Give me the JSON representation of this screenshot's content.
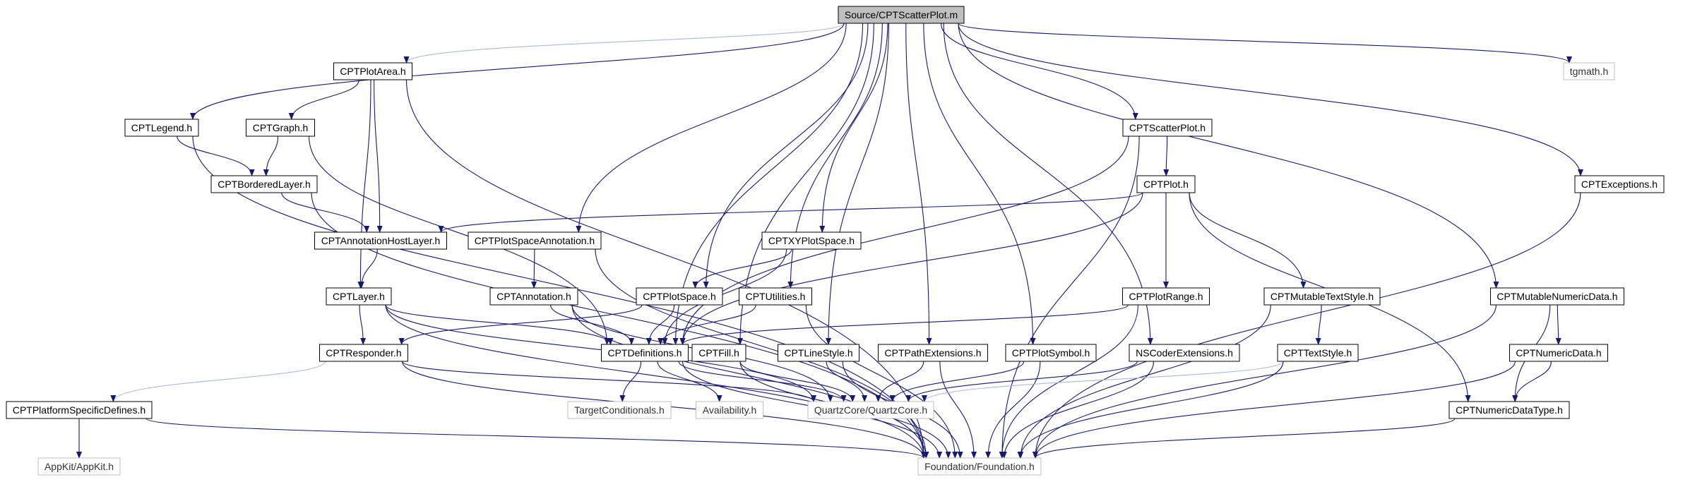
{
  "diagram": {
    "type": "include-dependency-graph",
    "colors": {
      "edge": "#191970",
      "edge_light": "#b0b8d8",
      "node_border": "#000000",
      "node_border_gray": "#bfbfbf",
      "root_fill": "#bfbfbf"
    },
    "nodes": [
      {
        "id": "root",
        "label": "Source/CPTScatterPlot.m",
        "style": "root"
      },
      {
        "id": "tgmath",
        "label": "tgmath.h",
        "style": "gray"
      },
      {
        "id": "plotarea",
        "label": "CPTPlotArea.h",
        "style": "normal"
      },
      {
        "id": "legend",
        "label": "CPTLegend.h",
        "style": "normal"
      },
      {
        "id": "graph",
        "label": "CPTGraph.h",
        "style": "normal"
      },
      {
        "id": "scatterplot",
        "label": "CPTScatterPlot.h",
        "style": "normal"
      },
      {
        "id": "exceptions",
        "label": "CPTExceptions.h",
        "style": "normal"
      },
      {
        "id": "borderedlayer",
        "label": "CPTBorderedLayer.h",
        "style": "normal"
      },
      {
        "id": "plot",
        "label": "CPTPlot.h",
        "style": "normal"
      },
      {
        "id": "annhostlayer",
        "label": "CPTAnnotationHostLayer.h",
        "style": "normal"
      },
      {
        "id": "plotspaceann",
        "label": "CPTPlotSpaceAnnotation.h",
        "style": "normal"
      },
      {
        "id": "xyplotspace",
        "label": "CPTXYPlotSpace.h",
        "style": "normal"
      },
      {
        "id": "layer",
        "label": "CPTLayer.h",
        "style": "normal"
      },
      {
        "id": "annotation",
        "label": "CPTAnnotation.h",
        "style": "normal"
      },
      {
        "id": "plotspace",
        "label": "CPTPlotSpace.h",
        "style": "normal"
      },
      {
        "id": "utilities",
        "label": "CPTUtilities.h",
        "style": "normal"
      },
      {
        "id": "plotrange",
        "label": "CPTPlotRange.h",
        "style": "normal"
      },
      {
        "id": "mutabletextstyle",
        "label": "CPTMutableTextStyle.h",
        "style": "normal"
      },
      {
        "id": "mutablenumericdata",
        "label": "CPTMutableNumericData.h",
        "style": "normal"
      },
      {
        "id": "responder",
        "label": "CPTResponder.h",
        "style": "normal"
      },
      {
        "id": "definitions",
        "label": "CPTDefinitions.h",
        "style": "normal"
      },
      {
        "id": "fill",
        "label": "CPTFill.h",
        "style": "normal"
      },
      {
        "id": "linestyle",
        "label": "CPTLineStyle.h",
        "style": "normal"
      },
      {
        "id": "pathext",
        "label": "CPTPathExtensions.h",
        "style": "normal"
      },
      {
        "id": "plotsymbol",
        "label": "CPTPlotSymbol.h",
        "style": "normal"
      },
      {
        "id": "nscoder",
        "label": "NSCoderExtensions.h",
        "style": "normal"
      },
      {
        "id": "textstyle",
        "label": "CPTTextStyle.h",
        "style": "normal"
      },
      {
        "id": "numericdata",
        "label": "CPTNumericData.h",
        "style": "normal"
      },
      {
        "id": "platformdefines",
        "label": "CPTPlatformSpecificDefines.h",
        "style": "normal"
      },
      {
        "id": "targetcond",
        "label": "TargetConditionals.h",
        "style": "gray"
      },
      {
        "id": "availability",
        "label": "Availability.h",
        "style": "gray"
      },
      {
        "id": "quartzcore",
        "label": "QuartzCore/QuartzCore.h",
        "style": "gray"
      },
      {
        "id": "numericdatatype",
        "label": "CPTNumericDataType.h",
        "style": "normal"
      },
      {
        "id": "appkit",
        "label": "AppKit/AppKit.h",
        "style": "gray"
      },
      {
        "id": "foundation",
        "label": "Foundation/Foundation.h",
        "style": "gray"
      }
    ],
    "edges": [
      [
        "root",
        "tgmath"
      ],
      [
        "root",
        "plotarea"
      ],
      [
        "root",
        "legend"
      ],
      [
        "root",
        "scatterplot"
      ],
      [
        "root",
        "exceptions"
      ],
      [
        "root",
        "plotspaceann"
      ],
      [
        "root",
        "xyplotspace"
      ],
      [
        "root",
        "plotspace"
      ],
      [
        "root",
        "utilities"
      ],
      [
        "root",
        "mutablenumericdata"
      ],
      [
        "root",
        "definitions"
      ],
      [
        "root",
        "fill"
      ],
      [
        "root",
        "linestyle"
      ],
      [
        "root",
        "pathext"
      ],
      [
        "root",
        "plotsymbol"
      ],
      [
        "root",
        "nscoder"
      ],
      [
        "plotarea",
        "graph"
      ],
      [
        "plotarea",
        "annhostlayer"
      ],
      [
        "plotarea",
        "layer"
      ],
      [
        "plotarea",
        "foundation"
      ],
      [
        "legend",
        "borderedlayer"
      ],
      [
        "legend",
        "foundation"
      ],
      [
        "graph",
        "borderedlayer"
      ],
      [
        "graph",
        "definitions"
      ],
      [
        "borderedlayer",
        "annhostlayer"
      ],
      [
        "borderedlayer",
        "foundation"
      ],
      [
        "annhostlayer",
        "layer"
      ],
      [
        "plotspaceann",
        "annotation"
      ],
      [
        "plotspaceann",
        "foundation"
      ],
      [
        "xyplotspace",
        "plotspace"
      ],
      [
        "xyplotspace",
        "definitions"
      ],
      [
        "scatterplot",
        "plot"
      ],
      [
        "scatterplot",
        "definitions"
      ],
      [
        "scatterplot",
        "foundation"
      ],
      [
        "plot",
        "annhostlayer"
      ],
      [
        "plot",
        "plotrange"
      ],
      [
        "plot",
        "mutabletextstyle"
      ],
      [
        "plot",
        "numericdatatype"
      ],
      [
        "plot",
        "definitions"
      ],
      [
        "exceptions",
        "foundation"
      ],
      [
        "layer",
        "responder"
      ],
      [
        "layer",
        "definitions"
      ],
      [
        "layer",
        "quartzcore"
      ],
      [
        "layer",
        "foundation"
      ],
      [
        "annotation",
        "definitions"
      ],
      [
        "annotation",
        "quartzcore"
      ],
      [
        "annotation",
        "foundation"
      ],
      [
        "plotspace",
        "responder"
      ],
      [
        "plotspace",
        "definitions"
      ],
      [
        "utilities",
        "definitions"
      ],
      [
        "utilities",
        "foundation"
      ],
      [
        "plotrange",
        "definitions"
      ],
      [
        "plotrange",
        "foundation"
      ],
      [
        "mutabletextstyle",
        "textstyle"
      ],
      [
        "mutabletextstyle",
        "foundation"
      ],
      [
        "mutablenumericdata",
        "numericdata"
      ],
      [
        "mutablenumericdata",
        "numericdatatype"
      ],
      [
        "mutablenumericdata",
        "foundation"
      ],
      [
        "responder",
        "platformdefines"
      ],
      [
        "responder",
        "quartzcore"
      ],
      [
        "responder",
        "foundation"
      ],
      [
        "definitions",
        "targetcond"
      ],
      [
        "definitions",
        "availability"
      ],
      [
        "definitions",
        "quartzcore"
      ],
      [
        "definitions",
        "foundation"
      ],
      [
        "fill",
        "quartzcore"
      ],
      [
        "fill",
        "foundation"
      ],
      [
        "linestyle",
        "quartzcore"
      ],
      [
        "linestyle",
        "foundation"
      ],
      [
        "pathext",
        "quartzcore"
      ],
      [
        "pathext",
        "foundation"
      ],
      [
        "plotsymbol",
        "quartzcore"
      ],
      [
        "plotsymbol",
        "foundation"
      ],
      [
        "nscoder",
        "quartzcore"
      ],
      [
        "nscoder",
        "foundation"
      ],
      [
        "textstyle",
        "quartzcore"
      ],
      [
        "textstyle",
        "foundation"
      ],
      [
        "numericdata",
        "numericdatatype"
      ],
      [
        "numericdata",
        "foundation"
      ],
      [
        "numericdatatype",
        "foundation"
      ],
      [
        "platformdefines",
        "appkit"
      ],
      [
        "platformdefines",
        "foundation"
      ]
    ]
  }
}
